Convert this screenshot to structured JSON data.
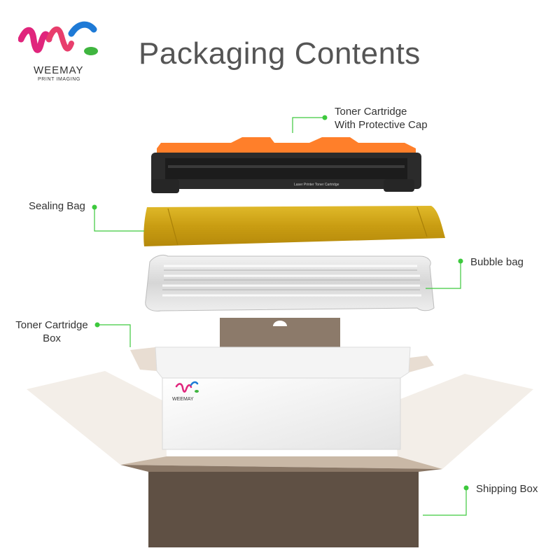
{
  "header": {
    "title": "Packaging Contents",
    "brand": {
      "logo_icon": "weemay-wave-logo-icon",
      "name": "WEEMAY",
      "tagline": "PRINT IMAGING"
    }
  },
  "labels": {
    "toner_cartridge_line1": "Toner Cartridge",
    "toner_cartridge_line2": "With Protective Cap",
    "sealing_bag": "Sealing Bag",
    "bubble_bag": "Bubble bag",
    "toner_box_line1": "Toner Cartridge",
    "toner_box_line2": "Box",
    "shipping_box": "Shipping Box"
  },
  "product": {
    "cartridge_print": "Laser Printer Toner Cartridge",
    "box_brand": "WEEMAY"
  },
  "colors": {
    "title": "#555555",
    "callout": "#3dc93d",
    "cartridge_body": "#2b2b2b",
    "protective_cap": "#ff7f2a",
    "sealing_bag": "#d1a816",
    "shipping_box": "#5f5044",
    "logo_magenta": "#e0257c",
    "logo_blue": "#1e7ad6",
    "logo_green": "#3fb53f"
  }
}
